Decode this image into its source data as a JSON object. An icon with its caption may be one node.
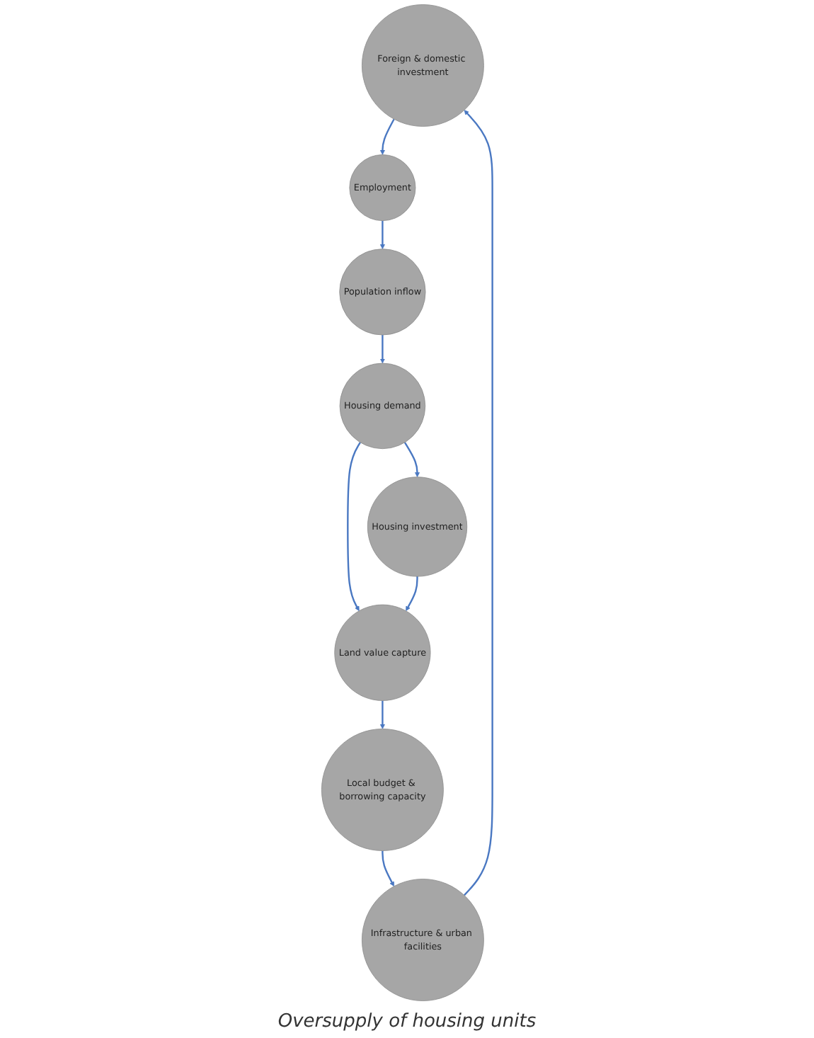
{
  "diagram": {
    "nodes": [
      {
        "text": [
          "Foreign & domestic investment"
        ]
      },
      {
        "text": [
          "Employment"
        ]
      },
      {
        "text": [
          "Population inflow"
        ]
      },
      {
        "text": [
          "Housing demand"
        ]
      },
      {
        "text": [
          "Land value capture"
        ]
      },
      {
        "text": [
          "Housing investment"
        ]
      },
      {
        "text": [
          "Local budget & borrowing capacity"
        ]
      },
      {
        "text": [
          "Infrastructure & urban facilities"
        ]
      }
    ],
    "edges": [
      {
        "from": 0,
        "to": 1,
        "arrow": "to"
      },
      {
        "from": 1,
        "to": 2,
        "arrow": "to"
      },
      {
        "from": 2,
        "to": 3,
        "arrow": "to"
      },
      {
        "from": 3,
        "to": 4,
        "arrow": "to"
      },
      {
        "from": 3,
        "to": 5,
        "arrow": "to"
      },
      {
        "from": 5,
        "to": 4,
        "arrow": "to"
      },
      {
        "from": 4,
        "to": 6,
        "arrow": "to"
      },
      {
        "from": 6,
        "to": 7,
        "arrow": "to"
      },
      {
        "from": 7,
        "to": 0,
        "arrow": "to"
      }
    ],
    "labels": [
      "Oversupply of housing units"
    ]
  }
}
